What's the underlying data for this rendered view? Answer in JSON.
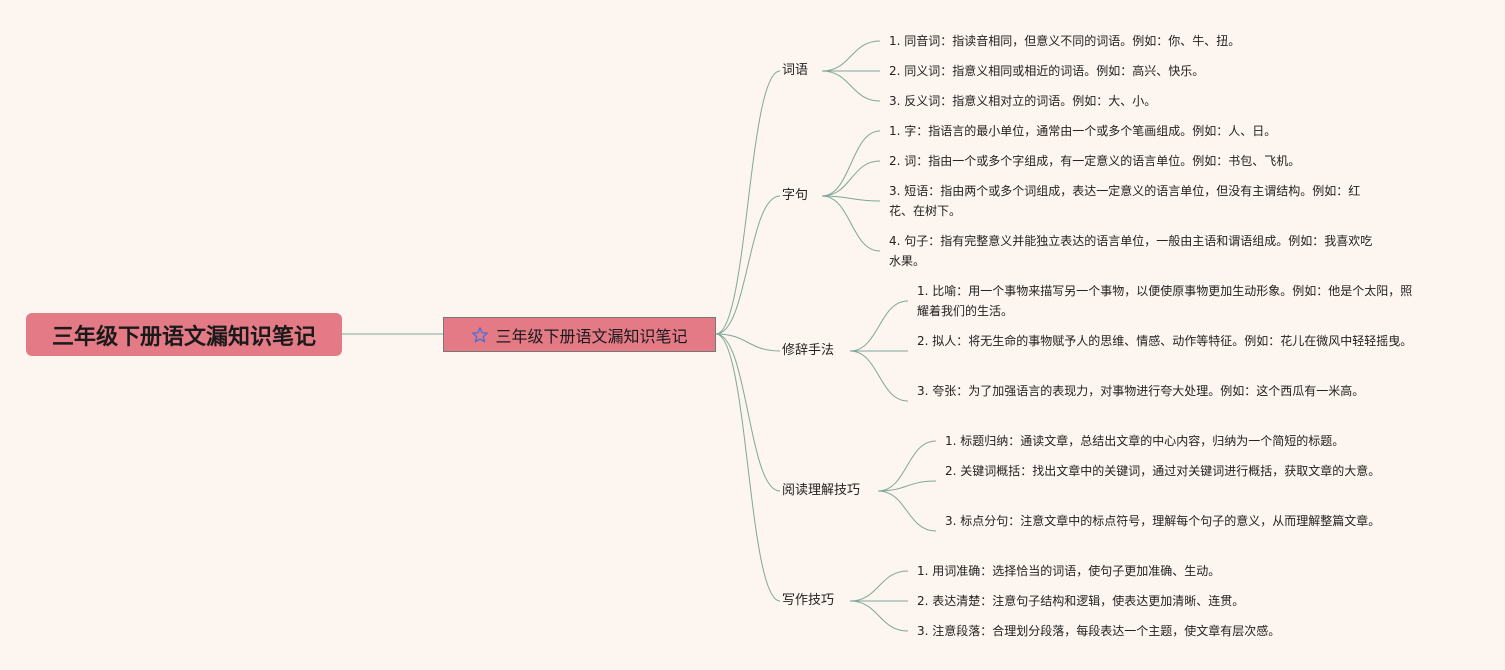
{
  "root": {
    "label": "三年级下册语文漏知识笔记"
  },
  "center": {
    "label": "三年级下册语文漏知识笔记",
    "icon": "star-icon"
  },
  "colors": {
    "node_fill": "#e47a86",
    "edge": "#7fa898",
    "background": "#fdf5ef",
    "star": "#4a6fd8"
  },
  "branches": [
    {
      "label": "词语",
      "items": [
        "1. 同音词：指读音相同，但意义不同的词语。例如：你、牛、扭。",
        "2. 同义词：指意义相同或相近的词语。例如：高兴、快乐。",
        "3. 反义词：指意义相对立的词语。例如：大、小。"
      ]
    },
    {
      "label": "字句",
      "items": [
        "1. 字：指语言的最小单位，通常由一个或多个笔画组成。例如：人、日。",
        "2. 词：指由一个或多个字组成，有一定意义的语言单位。例如：书包、飞机。",
        "3. 短语：指由两个或多个词组成，表达一定意义的语言单位，但没有主谓结构。例如：红花、在树下。",
        "4. 句子：指有完整意义并能独立表达的语言单位，一般由主语和谓语组成。例如：我喜欢吃水果。"
      ]
    },
    {
      "label": "修辞手法",
      "items": [
        "1. 比喻：用一个事物来描写另一个事物，以便使原事物更加生动形象。例如：他是个太阳，照耀着我们的生活。",
        "2. 拟人：将无生命的事物赋予人的思维、情感、动作等特征。例如：花儿在微风中轻轻摇曳。",
        "3. 夸张：为了加强语言的表现力，对事物进行夸大处理。例如：这个西瓜有一米高。"
      ]
    },
    {
      "label": "阅读理解技巧",
      "items": [
        "1. 标题归纳：通读文章，总结出文章的中心内容，归纳为一个简短的标题。",
        "2. 关键词概括：找出文章中的关键词，通过对关键词进行概括，获取文章的大意。",
        "3. 标点分句：注意文章中的标点符号，理解每个句子的意义，从而理解整篇文章。"
      ]
    },
    {
      "label": "写作技巧",
      "items": [
        "1. 用词准确：选择恰当的词语，使句子更加准确、生动。",
        "2. 表达清楚：注意句子结构和逻辑，使表达更加清晰、连贯。",
        "3. 注意段落：合理划分段落，每段表达一个主题，使文章有层次感。"
      ]
    }
  ]
}
